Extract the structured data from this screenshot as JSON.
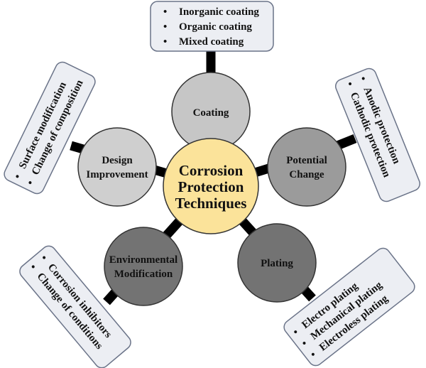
{
  "center": {
    "lines": [
      "Corrosion",
      "Protection",
      "Techniques"
    ],
    "color": "#fbe39a"
  },
  "branches": [
    {
      "label": [
        "Coating"
      ],
      "color": "#c6c6c6",
      "items": [
        "Inorganic coating",
        "Organic coating",
        "Mixed coating"
      ]
    },
    {
      "label": [
        "Potential",
        "Change"
      ],
      "color": "#9b9b9b",
      "items": [
        "Anodic protection",
        "Cathodic protection"
      ]
    },
    {
      "label": [
        "Plating"
      ],
      "color": "#737373",
      "items": [
        "Electro plating",
        "Mechanical plating",
        "Electroless plating"
      ]
    },
    {
      "label": [
        "Environmental",
        "Modification"
      ],
      "color": "#737373",
      "items": [
        "Corrosion inhibitors",
        "Change of conditions"
      ]
    },
    {
      "label": [
        "Design",
        "Improvement"
      ],
      "color": "#cfcfcf",
      "items": [
        "Surface modification",
        "Change of composition"
      ]
    }
  ],
  "bullet": "•"
}
